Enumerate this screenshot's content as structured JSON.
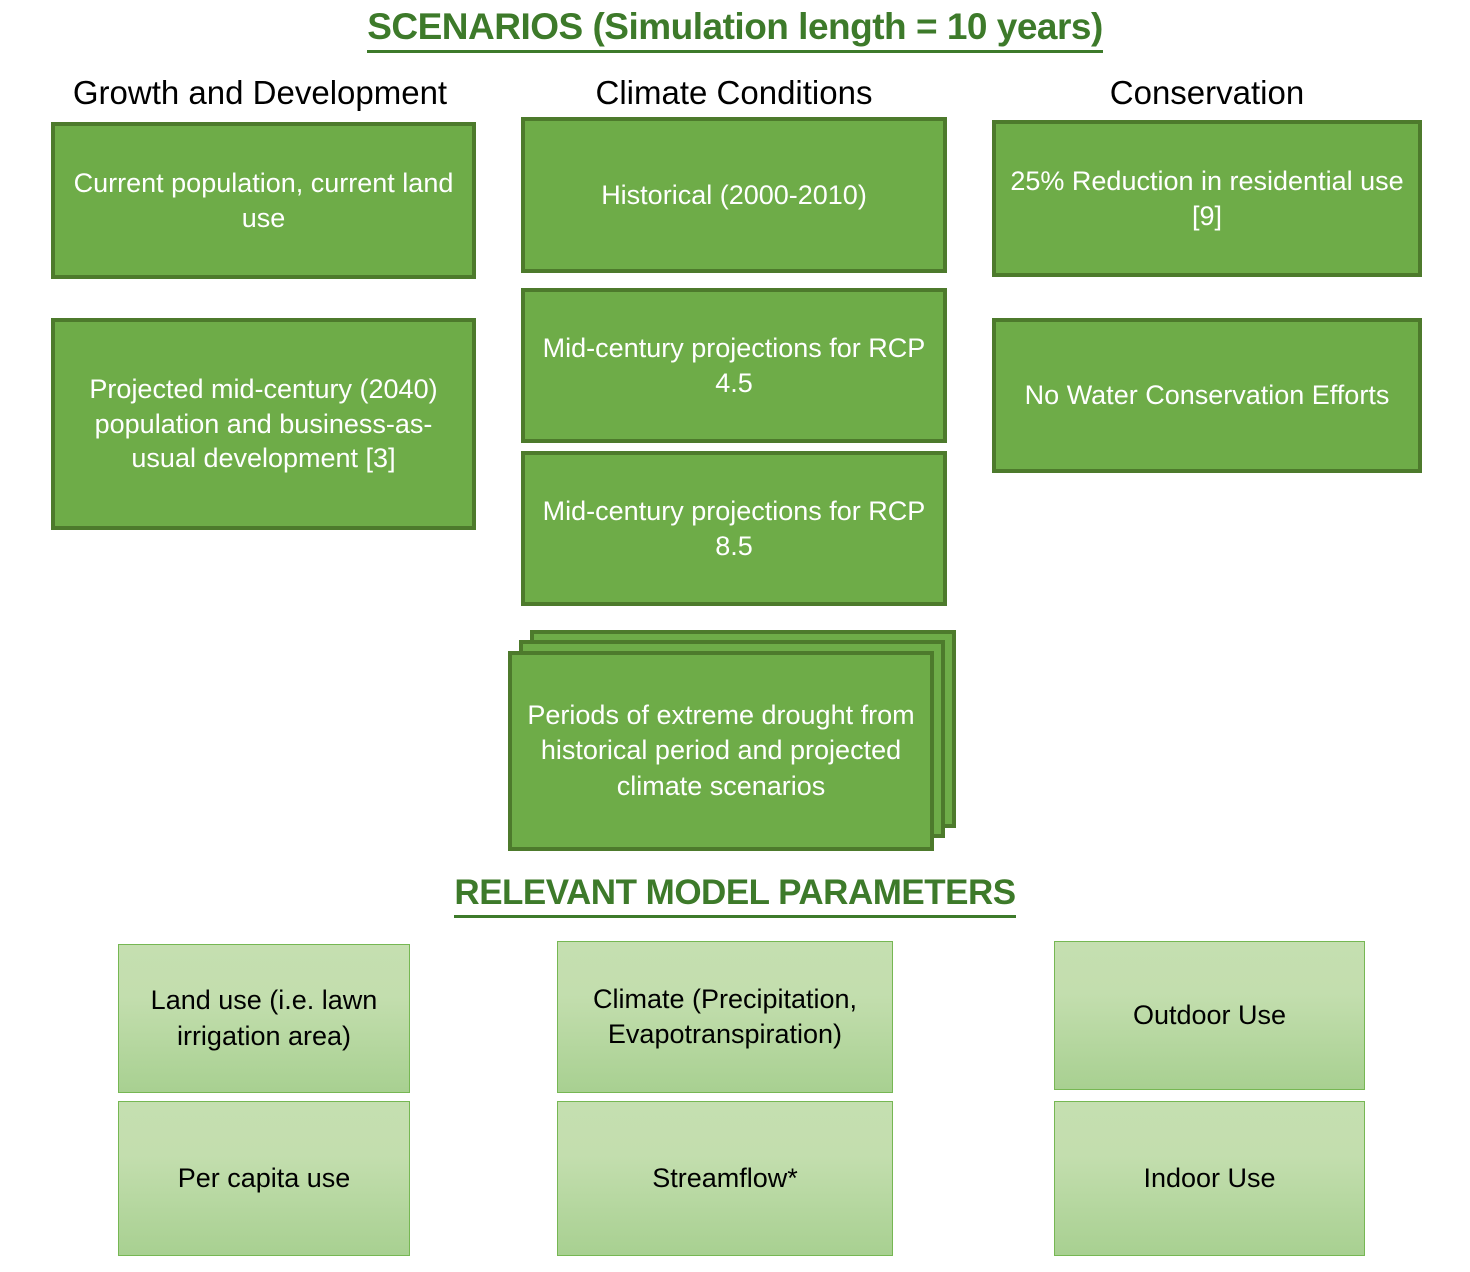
{
  "headings": {
    "scenarios": "SCENARIOS (Simulation length = 10 years)",
    "parameters": "RELEVANT MODEL PARAMETERS"
  },
  "colors": {
    "heading_green": "#3d7a2a",
    "scenario_box_fill": "#6eac48",
    "scenario_box_border": "#4d7a2c",
    "parameter_box_fill_top": "#c5dfb0",
    "parameter_box_fill_bottom": "#a8d091",
    "parameter_box_border": "#76b753",
    "scenario_text": "#ffffff",
    "parameter_text": "#000000"
  },
  "columns": [
    {
      "header": "Growth and Development",
      "boxes": [
        {
          "text": "Current population, current land use"
        },
        {
          "text": "Projected mid-century (2040) population and business-as-usual development [3]"
        }
      ]
    },
    {
      "header": "Climate Conditions",
      "boxes": [
        {
          "text": "Historical (2000-2010)"
        },
        {
          "text": "Mid-century projections for RCP 4.5"
        },
        {
          "text": "Mid-century projections for RCP 8.5"
        }
      ],
      "stacked_box": {
        "text": "Periods of extreme drought from historical period and projected climate scenarios",
        "layers": 3
      }
    },
    {
      "header": "Conservation",
      "boxes": [
        {
          "text": "25% Reduction in residential use [9]"
        },
        {
          "text": "No Water Conservation Efforts"
        }
      ]
    }
  ],
  "parameters": {
    "items": [
      {
        "text": "Land use (i.e. lawn irrigation area)"
      },
      {
        "text": "Per capita use"
      },
      {
        "text": "Climate (Precipitation, Evapotranspiration)"
      },
      {
        "text": "Streamflow*"
      },
      {
        "text": "Outdoor Use"
      },
      {
        "text": "Indoor Use"
      }
    ]
  }
}
